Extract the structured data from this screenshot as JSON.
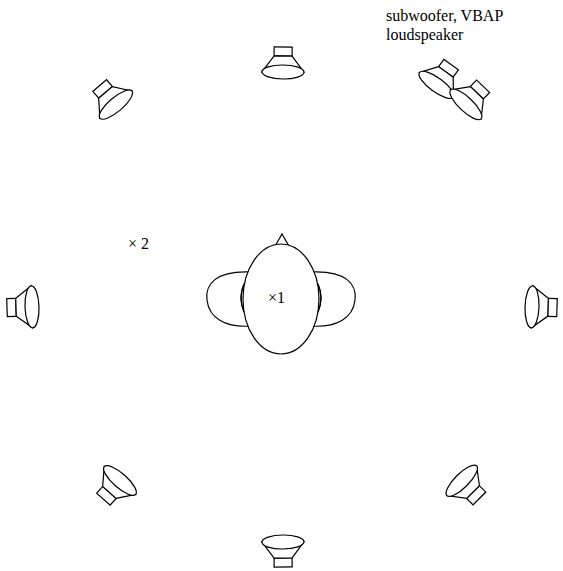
{
  "diagram": {
    "labels": [
      "subwoofer, VBAP loudspeaker",
      "× 2",
      "×1"
    ]
  }
}
